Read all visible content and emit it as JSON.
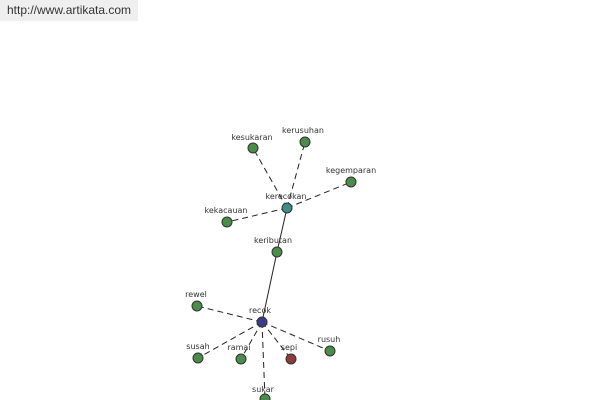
{
  "header": {
    "url": "http://www.artikata.com"
  },
  "colors": {
    "leaf": "#4a8c4a",
    "hub": "#3c8c8c",
    "root": "#3c3c8c",
    "highlight": "#8c3c3c"
  },
  "nodes": [
    {
      "id": "kesukaran",
      "label": "kesukaran",
      "kind": "leaf"
    },
    {
      "id": "kerusuhan",
      "label": "kerusuhan",
      "kind": "leaf"
    },
    {
      "id": "kegemparan",
      "label": "kegemparan",
      "kind": "leaf"
    },
    {
      "id": "kerecokan",
      "label": "kerecokan",
      "kind": "hub"
    },
    {
      "id": "kekacauan",
      "label": "kekacauan",
      "kind": "leaf"
    },
    {
      "id": "keributan",
      "label": "keributan",
      "kind": "leaf"
    },
    {
      "id": "rewel",
      "label": "rewel",
      "kind": "leaf"
    },
    {
      "id": "recok",
      "label": "recok",
      "kind": "root"
    },
    {
      "id": "susah",
      "label": "susah",
      "kind": "leaf"
    },
    {
      "id": "ramai",
      "label": "ramai",
      "kind": "leaf"
    },
    {
      "id": "sepi",
      "label": "sepi",
      "kind": "highlight"
    },
    {
      "id": "rusuh",
      "label": "rusuh",
      "kind": "leaf"
    },
    {
      "id": "sukar",
      "label": "sukar",
      "kind": "leaf"
    }
  ],
  "edges": [
    {
      "from": "kerecokan",
      "to": "kesukaran",
      "style": "dashed"
    },
    {
      "from": "kerecokan",
      "to": "kerusuhan",
      "style": "dashed"
    },
    {
      "from": "kerecokan",
      "to": "kegemparan",
      "style": "dashed"
    },
    {
      "from": "kerecokan",
      "to": "kekacauan",
      "style": "dashed"
    },
    {
      "from": "kerecokan",
      "to": "keributan",
      "style": "solid"
    },
    {
      "from": "keributan",
      "to": "recok",
      "style": "solid"
    },
    {
      "from": "recok",
      "to": "rewel",
      "style": "dashed"
    },
    {
      "from": "recok",
      "to": "susah",
      "style": "dashed"
    },
    {
      "from": "recok",
      "to": "ramai",
      "style": "dashed"
    },
    {
      "from": "recok",
      "to": "sepi",
      "style": "dashed"
    },
    {
      "from": "recok",
      "to": "rusuh",
      "style": "dashed"
    },
    {
      "from": "recok",
      "to": "sukar",
      "style": "dashed"
    }
  ]
}
